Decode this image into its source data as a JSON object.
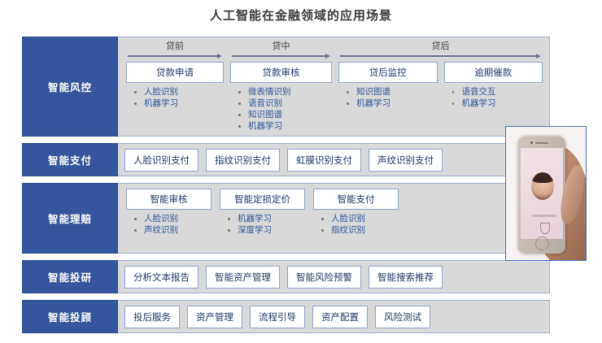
{
  "title": "人工智能在金融领域的应用场景",
  "colors": {
    "category_blue": "#35569C",
    "panel_gray": "#D9D9D9",
    "box_border": "#8EA5CC",
    "box_text": "#1F3864",
    "bullet_text": "#2F5597",
    "photo_border": "#4472C4"
  },
  "rows": [
    {
      "category": "智能风控",
      "phases": [
        {
          "label": "贷前",
          "items": [
            {
              "name": "贷款申请",
              "bullets": [
                "人脸识别",
                "机器学习"
              ]
            }
          ]
        },
        {
          "label": "贷中",
          "items": [
            {
              "name": "贷款审核",
              "bullets": [
                "微表情识别",
                "语音识别",
                "知识图谱",
                "机器学习"
              ]
            }
          ]
        },
        {
          "label": "贷后",
          "items": [
            {
              "name": "贷后监控",
              "bullets": [
                "知识图谱",
                "机器学习"
              ]
            },
            {
              "name": "逾期催款",
              "bullets": [
                "语音交互",
                "机器学习"
              ]
            }
          ]
        }
      ]
    },
    {
      "category": "智能支付",
      "items": [
        "人脸识别支付",
        "指纹识别支付",
        "虹膜识别支付",
        "声纹识别支付"
      ]
    },
    {
      "category": "智能理赔",
      "groups": [
        {
          "name": "智能审核",
          "bullets": [
            "人脸识别",
            "声纹识别"
          ]
        },
        {
          "name": "智能定损定价",
          "bullets": [
            "机器学习",
            "深度学习"
          ]
        },
        {
          "name": "智能支付",
          "bullets": [
            "人脸识别",
            "指纹识别"
          ]
        }
      ]
    },
    {
      "category": "智能投研",
      "items": [
        "分析文本报告",
        "智能资产管理",
        "智能风险预警",
        "智能搜索推荐"
      ]
    },
    {
      "category": "智能投顾",
      "items": [
        "投后服务",
        "资产管理",
        "流程引导",
        "资产配置",
        "风险测试"
      ]
    }
  ],
  "overlay_photo": {
    "description": "手持手机人脸识别照片"
  }
}
